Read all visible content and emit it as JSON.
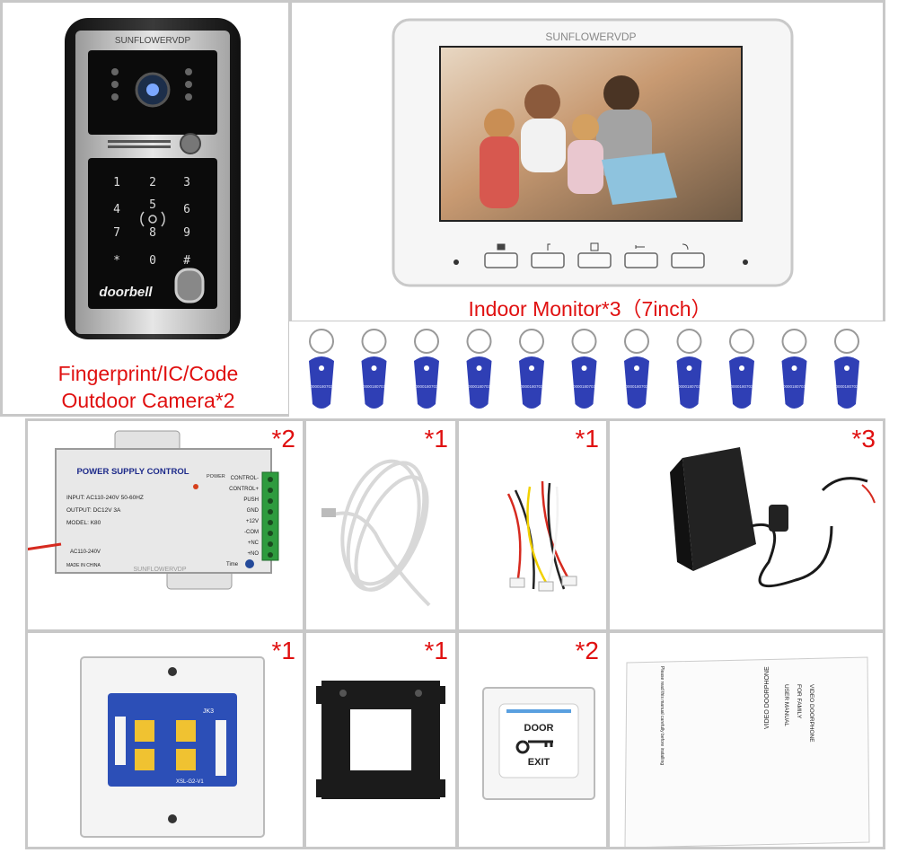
{
  "outdoor_camera": {
    "brand": "SUNFLOWERVDP",
    "keys": [
      "1",
      "2",
      "3",
      "4",
      "5",
      "6",
      "7",
      "8",
      "9",
      "*",
      "0",
      "#"
    ],
    "logo": "doorbell",
    "caption_line1": "Fingerprint/IC/Code",
    "caption_line2": "Outdoor Camera*2"
  },
  "indoor_monitor": {
    "brand": "SUNFLOWERVDP",
    "caption": "Indoor Monitor*3（7inch）",
    "buttons": [
      "intercom-icon",
      "music-icon",
      "unlock-icon",
      "key-icon",
      "phone-icon"
    ]
  },
  "rfid_tags": {
    "count": 11,
    "tag_text": "0000180703"
  },
  "power_supply": {
    "qty": "*2",
    "title": "POWER SUPPLY CONTROL",
    "power_label": "POWER",
    "specs": [
      "INPUT: AC110-240V  50-60HZ",
      "OUTPUT:  DC12V  3A",
      "MODEL: K80"
    ],
    "ac_label": "AC110-240V",
    "made_in": "MADE IN CHINA",
    "brand": "SUNFLOWERVDP",
    "terminals": [
      "CONTROL-",
      "CONTROL+",
      "PUSH",
      "GND",
      "+12V",
      "-COM",
      "+NC",
      "+NO"
    ],
    "time_label": "Time"
  },
  "cable": {
    "qty": "*1"
  },
  "wires": {
    "qty": "*1"
  },
  "adapter": {
    "qty": "*3"
  },
  "distributor": {
    "qty": "*1",
    "jack": "JK3",
    "model": "XSL-G2-V1"
  },
  "bracket": {
    "qty": "*1"
  },
  "exit_button": {
    "qty": "*2",
    "door": "DOOR",
    "exit": "EXIT"
  },
  "manual": {
    "title_lines": [
      "VIDEO DOORPHONE",
      "FOR FAMILY",
      "USER MANUAL"
    ],
    "note_lines": [
      "Please read this manual carefully before installing"
    ]
  },
  "colors": {
    "red_text": "#e01010",
    "tag_blue": "#2f3fb5",
    "border": "#c8c8c8"
  }
}
